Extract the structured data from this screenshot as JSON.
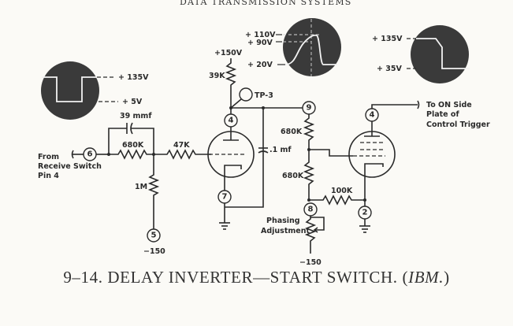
{
  "header": "DATA TRANSMISSION SYSTEMS",
  "caption": {
    "number": "9–14.",
    "title": "DELAY INVERTER—START SWITCH.",
    "source_open": "(",
    "source": "IBM.",
    "source_close": ")"
  },
  "waveforms": {
    "input": {
      "high": "+ 135V",
      "low": "+ 5V"
    },
    "plate": {
      "v1": "+ 110V",
      "v2": "+ 90V",
      "v3": "+ 20V"
    },
    "output": {
      "high": "+ 135V",
      "low": "+ 35V"
    }
  },
  "labels": {
    "from1": "From",
    "from2": "Receive Switch",
    "from3": "Pin 4",
    "cap39": "39 mmf",
    "r680_in": "680K",
    "r47k": "47K",
    "r1m": "1M",
    "neg150_left": "−150",
    "b150": "+150V",
    "r39k": "39K",
    "tp3": "TP-3",
    "cap01": ".1 mf",
    "r680_a": "680K",
    "r680_b": "680K",
    "r100k": "100K",
    "phasing1": "Phasing",
    "phasing2": "Adjustment",
    "neg150_right": "−150",
    "to1": "To ON Side",
    "to2": "Plate of",
    "to3": "Control Trigger"
  },
  "pins": {
    "p6": "6",
    "p5": "5",
    "p4a": "4",
    "p7": "7",
    "p9": "9",
    "p8": "8",
    "p4b": "4",
    "p2": "2"
  }
}
